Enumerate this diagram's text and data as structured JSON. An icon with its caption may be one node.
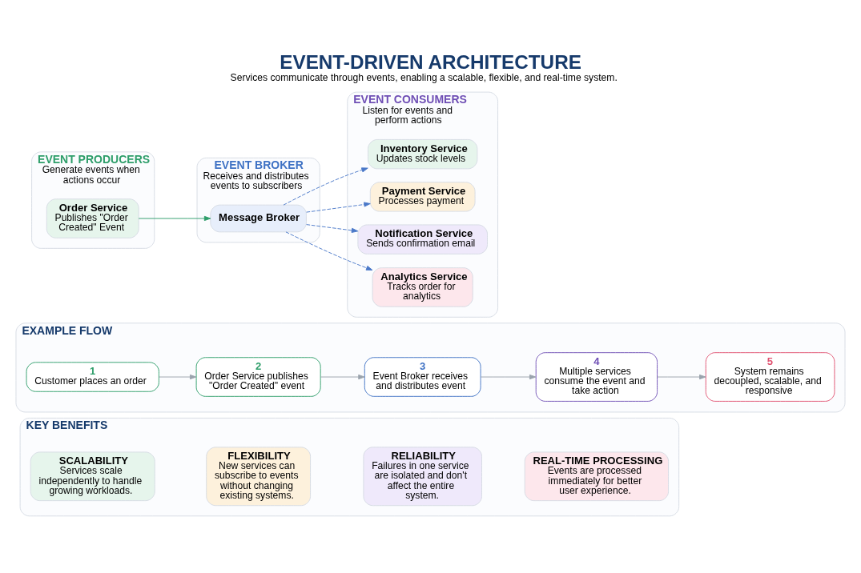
{
  "diagram": {
    "title": "EVENT-DRIVEN ARCHITECTURE",
    "caption": "Services communicate through events, enabling a scalable, flexible, and real-time system.",
    "nodes": [
      {
        "text": [
          "EVENT PRODUCERS",
          "Generate events when actions occur"
        ]
      },
      {
        "text": [
          "Order Service",
          "Publishes \"Order Created\" Event"
        ],
        "in": 0
      },
      {
        "text": [
          "EVENT BROKER",
          "Receives and distributes events to subscribers"
        ]
      },
      {
        "text": [
          "Message Broker"
        ],
        "in": 2
      },
      {
        "text": [
          "EVENT CONSUMERS",
          "Listen for events and perform actions"
        ]
      },
      {
        "text": [
          "Inventory Service",
          "Updates stock levels"
        ],
        "in": 4
      },
      {
        "text": [
          "Payment Service",
          "Processes payment"
        ],
        "in": 4
      },
      {
        "text": [
          "Notification Service",
          "Sends confirmation email"
        ],
        "in": 4
      },
      {
        "text": [
          "Analytics Service",
          "Tracks order for analytics"
        ],
        "in": 4
      },
      {
        "text": [
          "EXAMPLE FLOW"
        ]
      },
      {
        "text": [
          "1",
          "Customer places an order"
        ],
        "in": 9
      },
      {
        "text": [
          "2",
          "Order Service publishes \"Order Created\" event"
        ],
        "in": 9
      },
      {
        "text": [
          "3",
          "Event Broker receives and distributes event"
        ],
        "in": 9
      },
      {
        "text": [
          "4",
          "Multiple services consume the event and take action"
        ],
        "in": 9
      },
      {
        "text": [
          "5",
          "System remains decoupled, scalable, and responsive"
        ],
        "in": 9
      },
      {
        "text": [
          "KEY BENEFITS"
        ]
      },
      {
        "text": [
          "SCALABILITY",
          "Services scale independently to handle growing workloads."
        ],
        "in": 15
      },
      {
        "text": [
          "FLEXIBILITY",
          "New services can subscribe to events without changing existing systems."
        ],
        "in": 15
      },
      {
        "text": [
          "RELIABILITY",
          "Failures in one service are isolated and don't affect the entire system."
        ],
        "in": 15
      },
      {
        "text": [
          "REAL-TIME PROCESSING",
          "Events are processed immediately for better user experience."
        ],
        "in": 15
      }
    ],
    "edges": [
      {
        "from": 1,
        "to": 3,
        "arrow": "to",
        "color": "#2e9e6a"
      },
      {
        "from": 3,
        "to": 5,
        "arrow": "to",
        "style": "dashed",
        "color": "#4a78c8"
      },
      {
        "from": 3,
        "to": 6,
        "arrow": "to",
        "style": "dashed",
        "color": "#4a78c8"
      },
      {
        "from": 3,
        "to": 7,
        "arrow": "to",
        "style": "dashed",
        "color": "#4a78c8"
      },
      {
        "from": 3,
        "to": 8,
        "arrow": "to",
        "style": "dashed",
        "color": "#4a78c8"
      },
      {
        "from": 10,
        "to": 11,
        "arrow": "to"
      },
      {
        "from": 11,
        "to": 12,
        "arrow": "to"
      },
      {
        "from": 12,
        "to": 13,
        "arrow": "to"
      },
      {
        "from": 13,
        "to": 14,
        "arrow": "to"
      }
    ]
  }
}
